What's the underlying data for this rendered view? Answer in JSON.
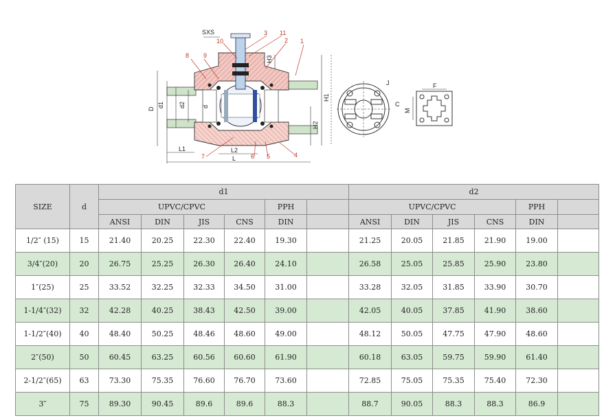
{
  "drawing": {
    "labels": {
      "sxs": "SXS",
      "n1": "1",
      "n2": "2",
      "n3": "3",
      "n4": "4",
      "n5": "5",
      "n6": "6",
      "n7": "7",
      "n8": "8",
      "n9": "9",
      "n10": "10",
      "n11": "11",
      "h3": "H3",
      "h1": "H1",
      "h2": "H2",
      "D": "D",
      "d1": "d1",
      "d2": "d2",
      "d": "d",
      "L1": "L1",
      "L2": "L2",
      "L": "L",
      "J": "J",
      "C": "C",
      "F": "F",
      "M": "M"
    }
  },
  "table": {
    "size_header": "SIZE",
    "d_header": "d",
    "d1_header": "d1",
    "d2_header": "d2",
    "group_upvc": "UPVC/CPVC",
    "group_pph": "PPH",
    "sub_headers": [
      "ANSI",
      "DIN",
      "JIS",
      "CNS",
      "DIN"
    ],
    "rows": [
      {
        "size": "1/2″ (15)",
        "d": "15",
        "d1": [
          "21.40",
          "20.25",
          "22.30",
          "22.40",
          "19.30"
        ],
        "d2": [
          "21.25",
          "20.05",
          "21.85",
          "21.90",
          "19.00"
        ]
      },
      {
        "size": "3/4″(20)",
        "d": "20",
        "d1": [
          "26.75",
          "25.25",
          "26.30",
          "26.40",
          "24.10"
        ],
        "d2": [
          "26.58",
          "25.05",
          "25.85",
          "25.90",
          "23.80"
        ]
      },
      {
        "size": "1″(25)",
        "d": "25",
        "d1": [
          "33.52",
          "32.25",
          "32.33",
          "34.50",
          "31.00"
        ],
        "d2": [
          "33.28",
          "32.05",
          "31.85",
          "33.90",
          "30.70"
        ]
      },
      {
        "size": "1-1/4″(32)",
        "d": "32",
        "d1": [
          "42.28",
          "40.25",
          "38.43",
          "42.50",
          "39.00"
        ],
        "d2": [
          "42.05",
          "40.05",
          "37.85",
          "41.90",
          "38.60"
        ]
      },
      {
        "size": "1-1/2″(40)",
        "d": "40",
        "d1": [
          "48.40",
          "50.25",
          "48.46",
          "48.60",
          "49.00"
        ],
        "d2": [
          "48.12",
          "50.05",
          "47.75",
          "47.90",
          "48.60"
        ]
      },
      {
        "size": "2″(50)",
        "d": "50",
        "d1": [
          "60.45",
          "63.25",
          "60.56",
          "60.60",
          "61.90"
        ],
        "d2": [
          "60.18",
          "63.05",
          "59.75",
          "59.90",
          "61.40"
        ]
      },
      {
        "size": "2-1/2″(65)",
        "d": "63",
        "d1": [
          "73.30",
          "75.35",
          "76.60",
          "76.70",
          "73.60"
        ],
        "d2": [
          "72.85",
          "75.05",
          "75.35",
          "75.40",
          "72.30"
        ]
      },
      {
        "size": "3″",
        "d": "75",
        "d1": [
          "89.30",
          "90.45",
          "89.6",
          "89.6",
          "88.3"
        ],
        "d2": [
          "88.7",
          "90.05",
          "88.3",
          "88.3",
          "86.9"
        ]
      }
    ],
    "alt_row_color": "#d6ead3",
    "header_color": "#d9d9d9"
  }
}
